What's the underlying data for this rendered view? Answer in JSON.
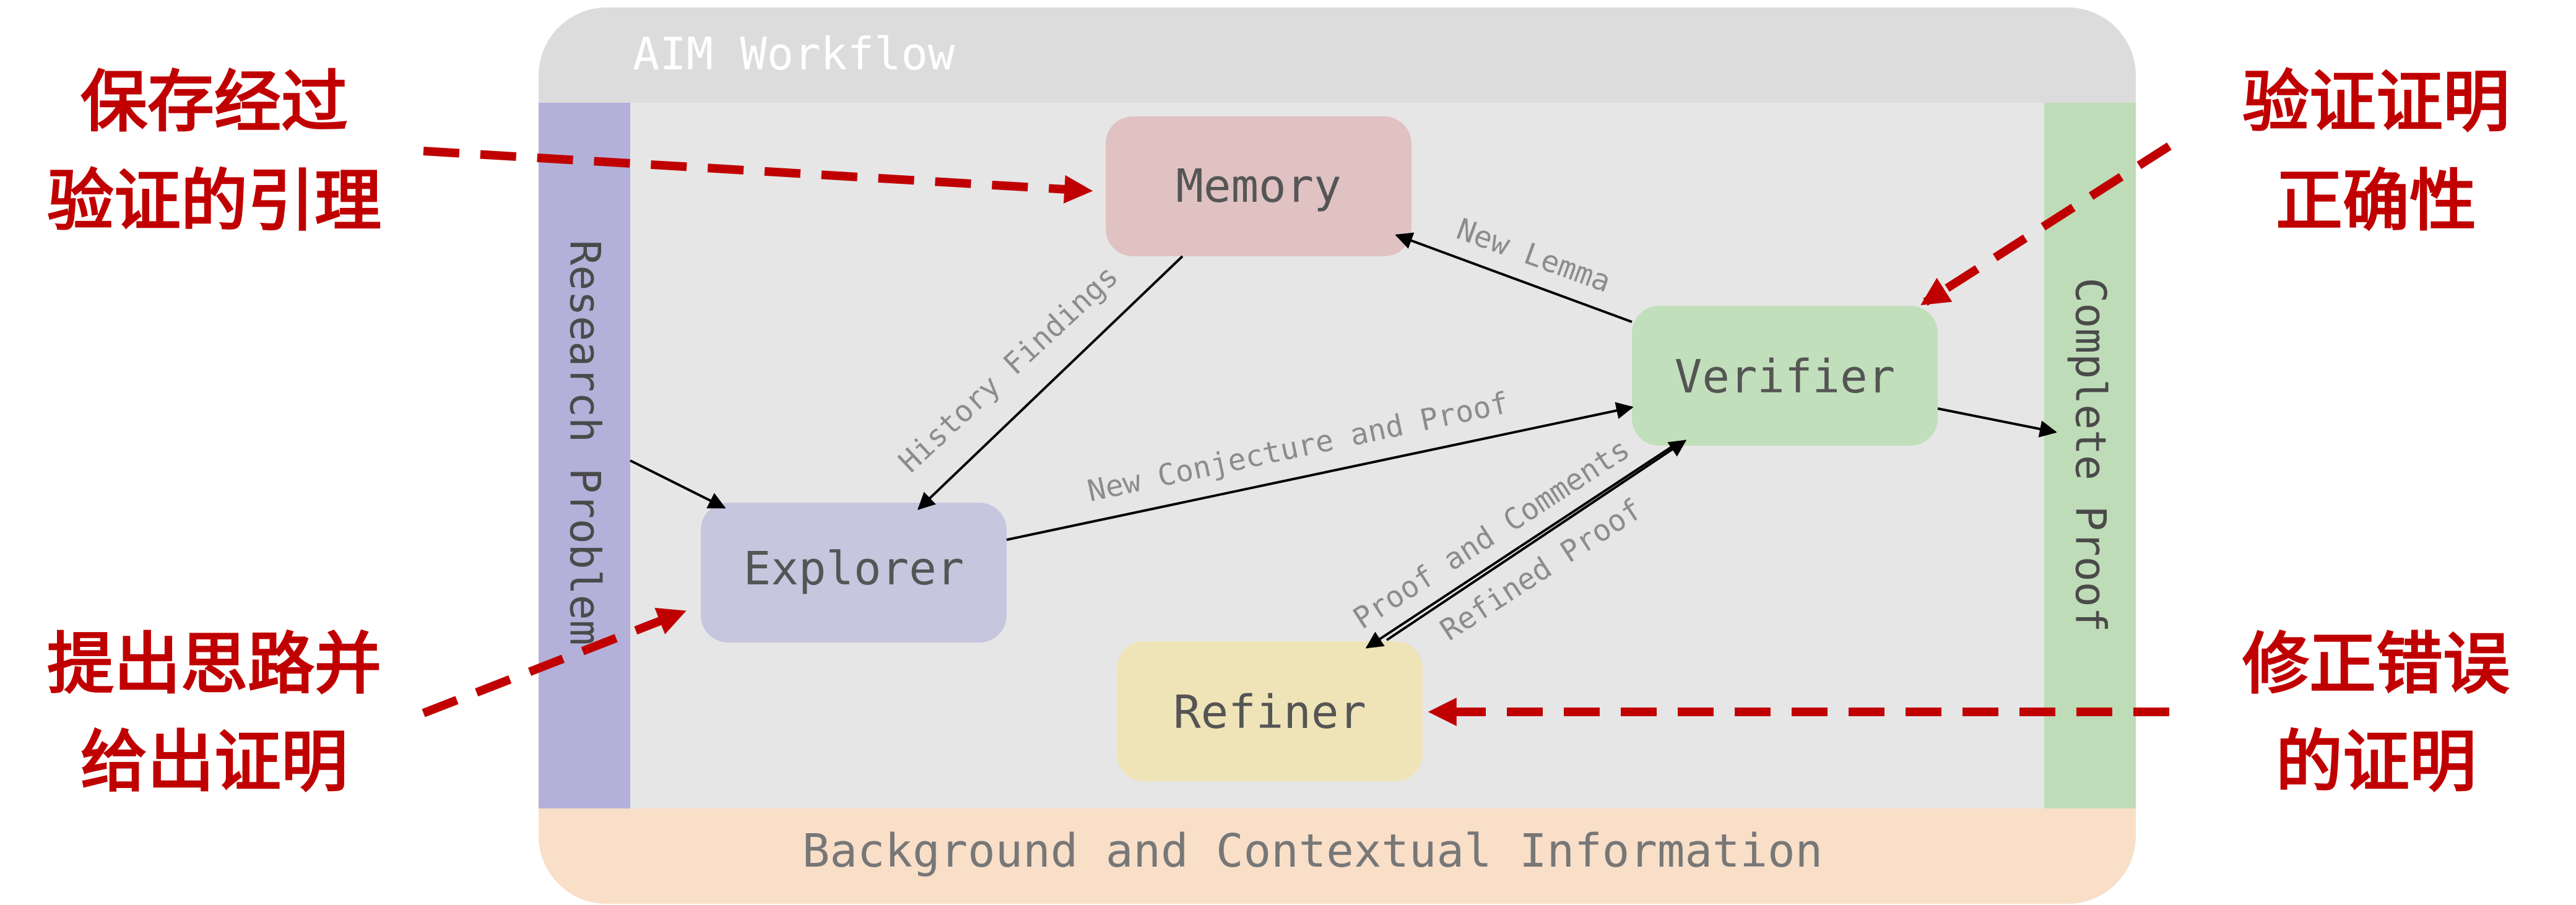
{
  "workflow": {
    "title": "AIM Workflow",
    "left_bar_label": "Research Problem",
    "right_bar_label": "Complete Proof",
    "bottom_bar_label": "Background and Contextual Information",
    "colors": {
      "frame_gray": "#dcdcdc",
      "inner_gray": "#e6e6e6",
      "left_bar": "#b3b1d9",
      "right_bar": "#bedcb7",
      "bottom_bar": "#f9dec8",
      "title_text": "#ffffff",
      "label_text": "#4a4a4a",
      "arrow_gray": "#8c8c8c",
      "annotation_red": "#c00000"
    }
  },
  "nodes": {
    "memory": {
      "label": "Memory",
      "color": "#e0c2c2"
    },
    "verifier": {
      "label": "Verifier",
      "color": "#c2dfbb"
    },
    "explorer": {
      "label": "Explorer",
      "color": "#c6c6df"
    },
    "refiner": {
      "label": "Refiner",
      "color": "#efe4b7"
    }
  },
  "edges": {
    "new_lemma": "New Lemma",
    "history_findings": "History Findings",
    "new_conjecture": "New Conjecture and Proof",
    "proof_and_comments": "Proof and Comments",
    "refined_proof": "Refined Proof"
  },
  "annotations": {
    "memory_note": [
      "保存经过",
      "验证的引理"
    ],
    "explorer_note": [
      "提出思路并",
      "给出证明"
    ],
    "verifier_note": [
      "验证证明",
      "正确性"
    ],
    "refiner_note": [
      "修正错误",
      "的证明"
    ]
  }
}
